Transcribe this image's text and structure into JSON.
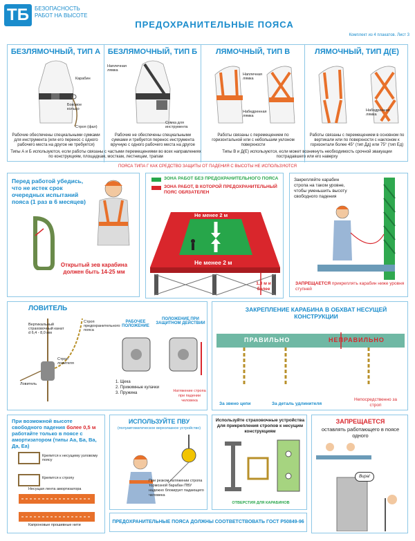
{
  "header": {
    "logo": "ТБ",
    "logo_line1": "БЕЗОПАСНОСТЬ",
    "logo_line2": "РАБОТ НА ВЫСОТЕ",
    "title": "ПРЕДОХРАНИТЕЛЬНЫЕ ПОЯСА",
    "sheet": "Комплект из 4 плакатов. Лист 3"
  },
  "types": [
    {
      "title": "БЕЗЛЯМОЧНЫЙ, тип А",
      "labels": [
        "Карабин",
        "Боковое кольцо",
        "Строп (фал)"
      ],
      "desc": "Рабочие обеспечены специальными сумками для инструмента (или его перенос с одного рабочего места на другое не требуется)"
    },
    {
      "title": "БЕЗЛЯМОЧНЫЙ, тип Б",
      "labels": [
        "Наплечная лямка",
        "Сумка для инструмента"
      ],
      "desc": "Рабочие не обеспечены специальными сумками и требуется перенос инструмента вручную с одного рабочего места на другое"
    },
    {
      "title": "ЛЯМОЧНЫЙ, тип В",
      "labels": [
        "Наплечная лямка",
        "Набедренная лямка"
      ],
      "desc": "Работы связаны с перемещением по горизонтальной или с небольшим уклоном поверхности"
    },
    {
      "title": "ЛЯМОЧНЫЙ, тип Д(Е)",
      "labels": [
        "Набедренная лямка"
      ],
      "desc": "Работы связаны с перемещением в основном по вертикали или по поверхности с наклоном к горизонтали более 45° (тип Дд) или 75° (тип Ед)"
    }
  ],
  "notes": {
    "ab": "Типы А и Б используются, если работы связаны с частыми перемещениями во всех направлениях по конструкциям, площадкам, мосткам, лестницам, трапам",
    "vd": "Типы В и Д(Е) используются, если может возникнуть необходимость срочной эвакуации пострадавшего или его наверху",
    "g": "ПОЯСА ТИПА Г КАК СРЕДСТВО ЗАЩИТЫ ОТ ПАДЕНИЯ С ВЫСОТЫ НЕ ИСПОЛЬЗУЮТСЯ"
  },
  "check": {
    "text": "Перед работой убедись, что не истек срок очередных испытаний пояса (1 раз в 6 месяцев)",
    "warn": "Открытый зев карабина должен быть 14-25 мм"
  },
  "zones": {
    "green": "ЗОНА РАБОТ БЕЗ ПРЕДОХРАНИТЕЛЬНОГО ПОЯСА",
    "red": "ЗОНА РАБОТ, В КОТОРОЙ ПРЕДОХРАНИТЕЛЬНЫЙ ПОЯС ОБЯЗАТЕЛЕН",
    "min2": "Не менее 2 м",
    "height": "1,3 м и более",
    "colors": {
      "green": "#27a64a",
      "red": "#d9262c"
    }
  },
  "fix": {
    "text": "Закрепляйте карабин стропа на таком уровне, чтобы уменьшить высоту свободного падения",
    "warn_a": "ЗАПРЕЩАЕТСЯ",
    "warn_b": "прикреплять карабин ниже уровня ступней"
  },
  "catcher": {
    "title": "ЛОВИТЕЛЬ",
    "labels": [
      "Вертикальный страховочный канат d 6,4 - 8,0 мм",
      "Строп ловителя",
      "Ловитель",
      "Строп предохранительного пояса"
    ],
    "pos1": "РАБОЧЕЕ ПОЛОЖЕНИЕ",
    "pos2": "ПОЛОЖЕНИЕ ПРИ ЗАЩИТНОМ ДЕЙСТВИИ",
    "parts": [
      "1. Щека",
      "2. Прижимные кулачки",
      "3. Пружина"
    ],
    "note": "Натяжение стропа при падении человека"
  },
  "anchor": {
    "title": "ЗАКРЕПЛЕНИЕ КАРАБИНА В ОБХВАТ НЕСУЩЕЙ КОНСТРУКЦИИ",
    "right": "ПРАВИЛЬНО",
    "wrong": "НЕПРАВИЛЬНО",
    "c1": "За звено цепи",
    "c2": "За деталь удлинителя",
    "c3": "Непосредственно за строп"
  },
  "absorber": {
    "text_a": "При возможной высоте свободного падения",
    "bold": "более 0,5 м",
    "text_b": "работайте только в поясе с амортизатором (типы Аа, Ба, Ва, Да, Еа)",
    "labels": [
      "Крепится к несущему узловому поясу",
      "Крепится к стропу",
      "Несущая лента амортизатора",
      "Капроновые прошивные нити"
    ]
  },
  "pvu": {
    "title": "ИСПОЛЬЗУЙТЕ ПВУ",
    "sub": "(полуавтоматическое верхолазное устройство)",
    "note": "При резком натяжении стропа тормозной барабан ПВУ надежно блокирует падающего человека"
  },
  "devices": {
    "text": "Используйте страховочные устройства для прикрепления стропов к несущим конструкциям",
    "note": "ОТВЕРСТИЯ ДЛЯ КАРАБИНОВ"
  },
  "forbid": {
    "title": "ЗАПРЕЩАЕТСЯ",
    "text": "оставлять работающего в поясе одного",
    "bubble": "Вира!"
  },
  "footer": "ПРЕДОХРАНИТЕЛЬНЫЕ ПОЯСА ДОЛЖНЫ СООТВЕТСТВОВАТЬ ГОСТ Р50849-96"
}
